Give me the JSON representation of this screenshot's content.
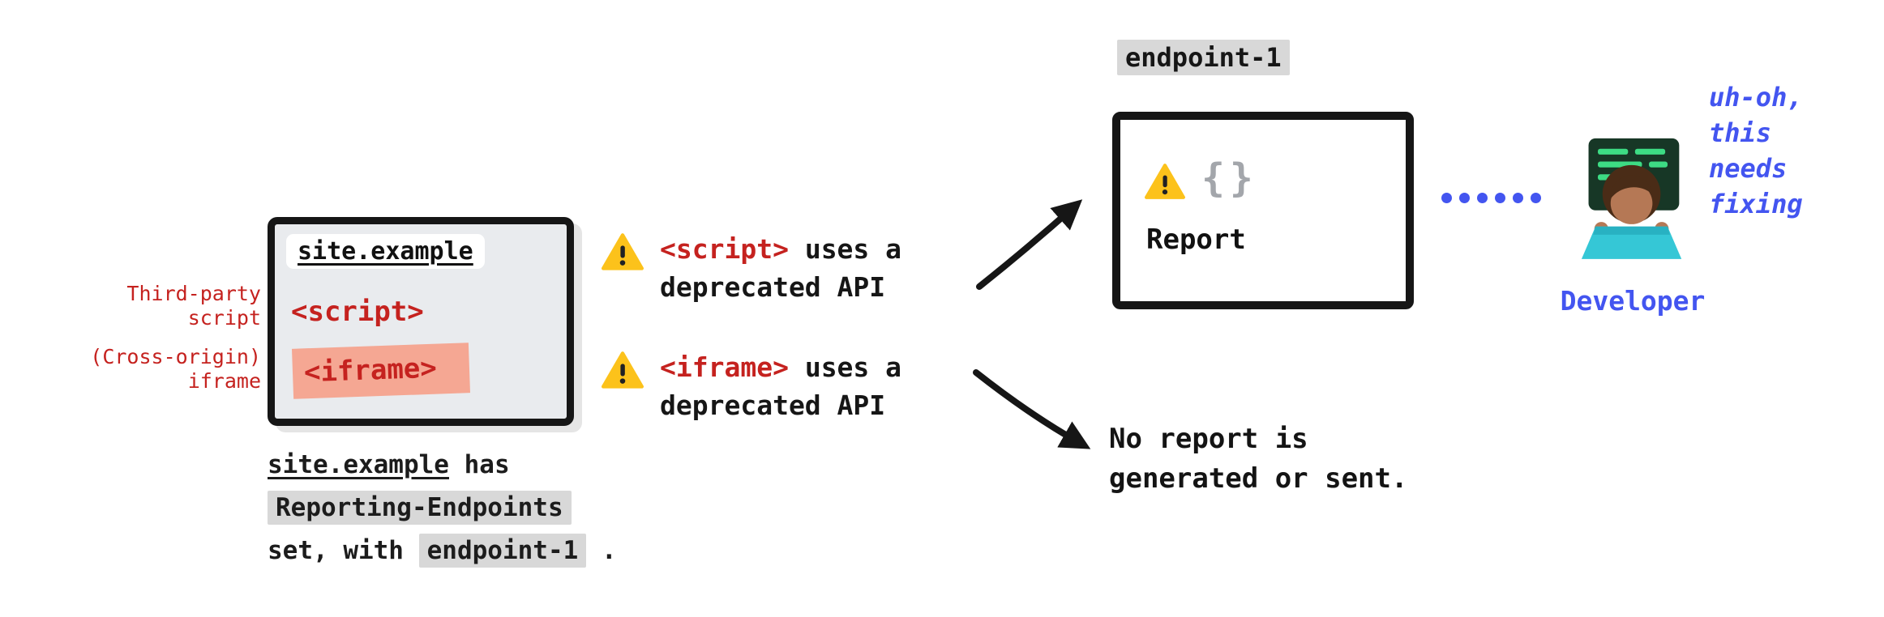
{
  "browser": {
    "tab_label": "site.example",
    "script_tag": "<script>",
    "iframe_tag": "<iframe>",
    "side_labels": {
      "third_party_1": "Third-party",
      "third_party_2": "script",
      "cross_origin_1": "(Cross-origin)",
      "cross_origin_2": "iframe"
    }
  },
  "caption": {
    "site": "site.example",
    "suffix": " has",
    "header_name": "Reporting-Endpoints",
    "set_with": "set, with ",
    "endpoint_name": "endpoint-1",
    "period": " ."
  },
  "warnings": [
    {
      "tag": "<script>",
      "rest": " uses a",
      "line2": "deprecated API"
    },
    {
      "tag": "<iframe>",
      "rest": " uses a",
      "line2": "deprecated API"
    }
  ],
  "endpoint": {
    "label": "endpoint-1",
    "braces": "{}",
    "report_label": "Report"
  },
  "no_report": {
    "line1": "No report is",
    "line2": "generated or sent."
  },
  "developer": {
    "label": "Developer",
    "thought": [
      "uh-oh,",
      "this",
      "needs",
      "fixing"
    ]
  },
  "colors": {
    "red": "#c5221f",
    "blue": "#4355f0",
    "gray_highlight": "#d8d8d8",
    "salmon": "#f5a793",
    "warning_yellow": "#fcc21b",
    "brace_gray": "#a3a6ab"
  }
}
